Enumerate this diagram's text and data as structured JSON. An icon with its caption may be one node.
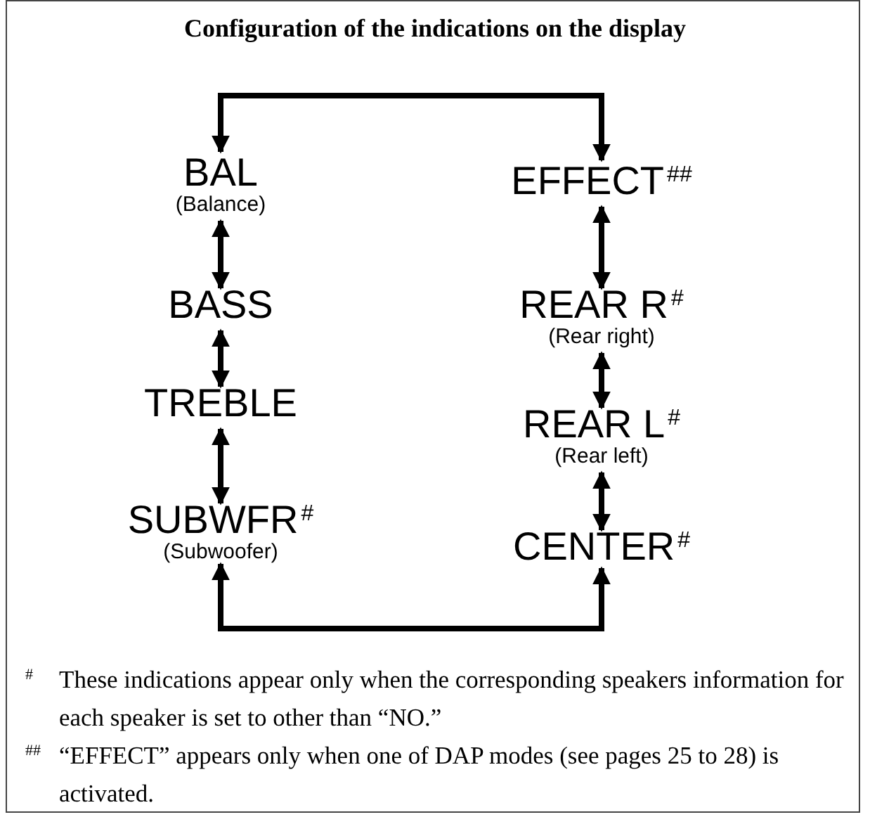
{
  "diagram": {
    "title": "Configuration of the indications on the display",
    "nodes": [
      {
        "text": [
          "BAL",
          "(Balance)"
        ]
      },
      {
        "text": [
          "BASS"
        ]
      },
      {
        "text": [
          "TREBLE"
        ]
      },
      {
        "text": [
          "SUBWFR$^{#}$",
          "(Subwoofer)"
        ]
      },
      {
        "text": [
          "EFFECT$^{##}$"
        ]
      },
      {
        "text": [
          "REAR R$^{#}$",
          "(Rear right)"
        ]
      },
      {
        "text": [
          "REAR L$^{#}$",
          "(Rear left)"
        ]
      },
      {
        "text": [
          "CENTER$^{#}$"
        ]
      }
    ],
    "edges": [
      {
        "from": 0,
        "to": 4,
        "arrow": "both"
      },
      {
        "from": 0,
        "to": 1,
        "arrow": "both"
      },
      {
        "from": 1,
        "to": 2,
        "arrow": "both"
      },
      {
        "from": 2,
        "to": 3,
        "arrow": "both"
      },
      {
        "from": 4,
        "to": 5,
        "arrow": "both"
      },
      {
        "from": 5,
        "to": 6,
        "arrow": "both"
      },
      {
        "from": 6,
        "to": 7,
        "arrow": "both"
      },
      {
        "from": 3,
        "to": 7,
        "arrow": "both"
      }
    ],
    "labels": [
      "#",
      "These indications appear only when the corresponding speakers information for each speaker is set to other than “NO.”",
      "##",
      "“EFFECT” appears only when one of DAP modes (see pages 25 to 28) is activated."
    ]
  }
}
